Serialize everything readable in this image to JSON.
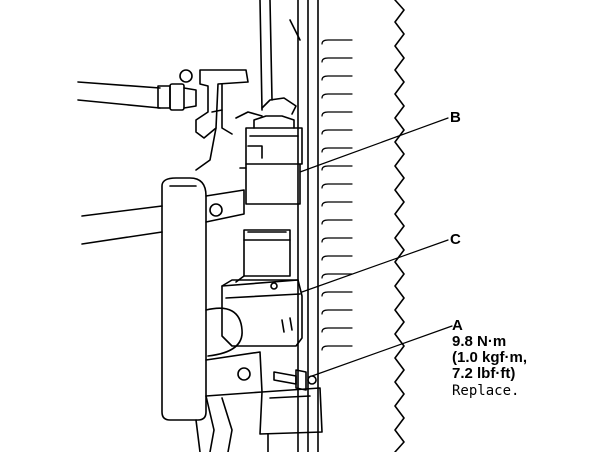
{
  "callouts": {
    "b": {
      "letter": "B"
    },
    "c": {
      "letter": "C"
    },
    "a": {
      "letter": "A",
      "torque_nm": "9.8 N·m",
      "torque_kgf": "(1.0 kgf·m,",
      "torque_lbf": "7.2 lbf·ft)",
      "note": "Replace."
    }
  },
  "colors": {
    "line": "#000000",
    "background": "#ffffff"
  }
}
